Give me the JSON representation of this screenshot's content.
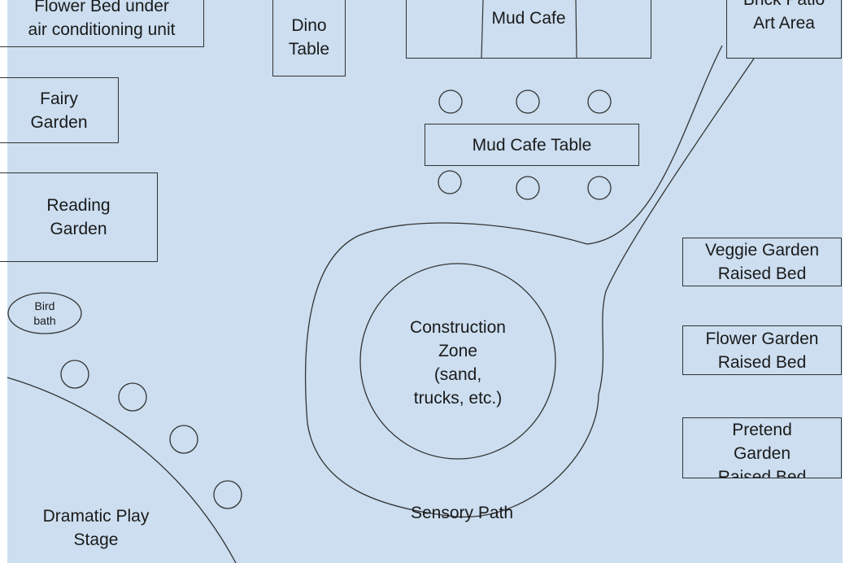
{
  "background_color": "#ccdef0",
  "line_color": "#333333",
  "labels": {
    "flower_bed": "Flower Bed under\nair conditioning unit",
    "dino_table": "Dino\nTable",
    "mud_cafe": "Mud Cafe",
    "brick_patio": "Brick Patio\nArt Area",
    "fairy_garden": "Fairy\nGarden",
    "mud_cafe_table": "Mud Cafe Table",
    "reading_garden": "Reading\nGarden",
    "bird_bath": "Bird\nbath",
    "construction_zone": "Construction\nZone\n(sand,\ntrucks, etc.)",
    "veggie_garden": "Veggie Garden\nRaised Bed",
    "flower_garden": "Flower Garden\nRaised Bed",
    "pretend_garden": "Pretend\nGarden\nRaised Bed",
    "sensory_path": "Sensory Path",
    "dramatic_play": "Dramatic Play\nStage"
  }
}
